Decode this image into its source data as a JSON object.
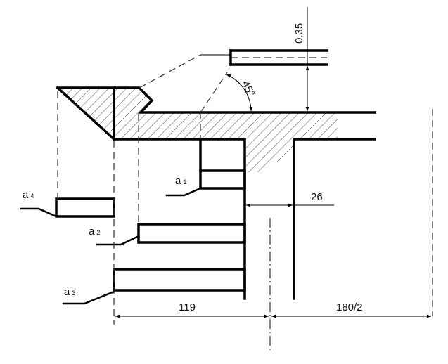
{
  "labels": {
    "a1": {
      "main": "a",
      "sub": "1"
    },
    "a2": {
      "main": "a",
      "sub": "2"
    },
    "a3": {
      "main": "a",
      "sub": "3"
    },
    "a4": {
      "main": "a",
      "sub": "4"
    }
  },
  "dimensions": {
    "thickness": "0.35",
    "angle": "45°",
    "gap": "26",
    "width_left": "119",
    "half_diameter": "180/2"
  }
}
